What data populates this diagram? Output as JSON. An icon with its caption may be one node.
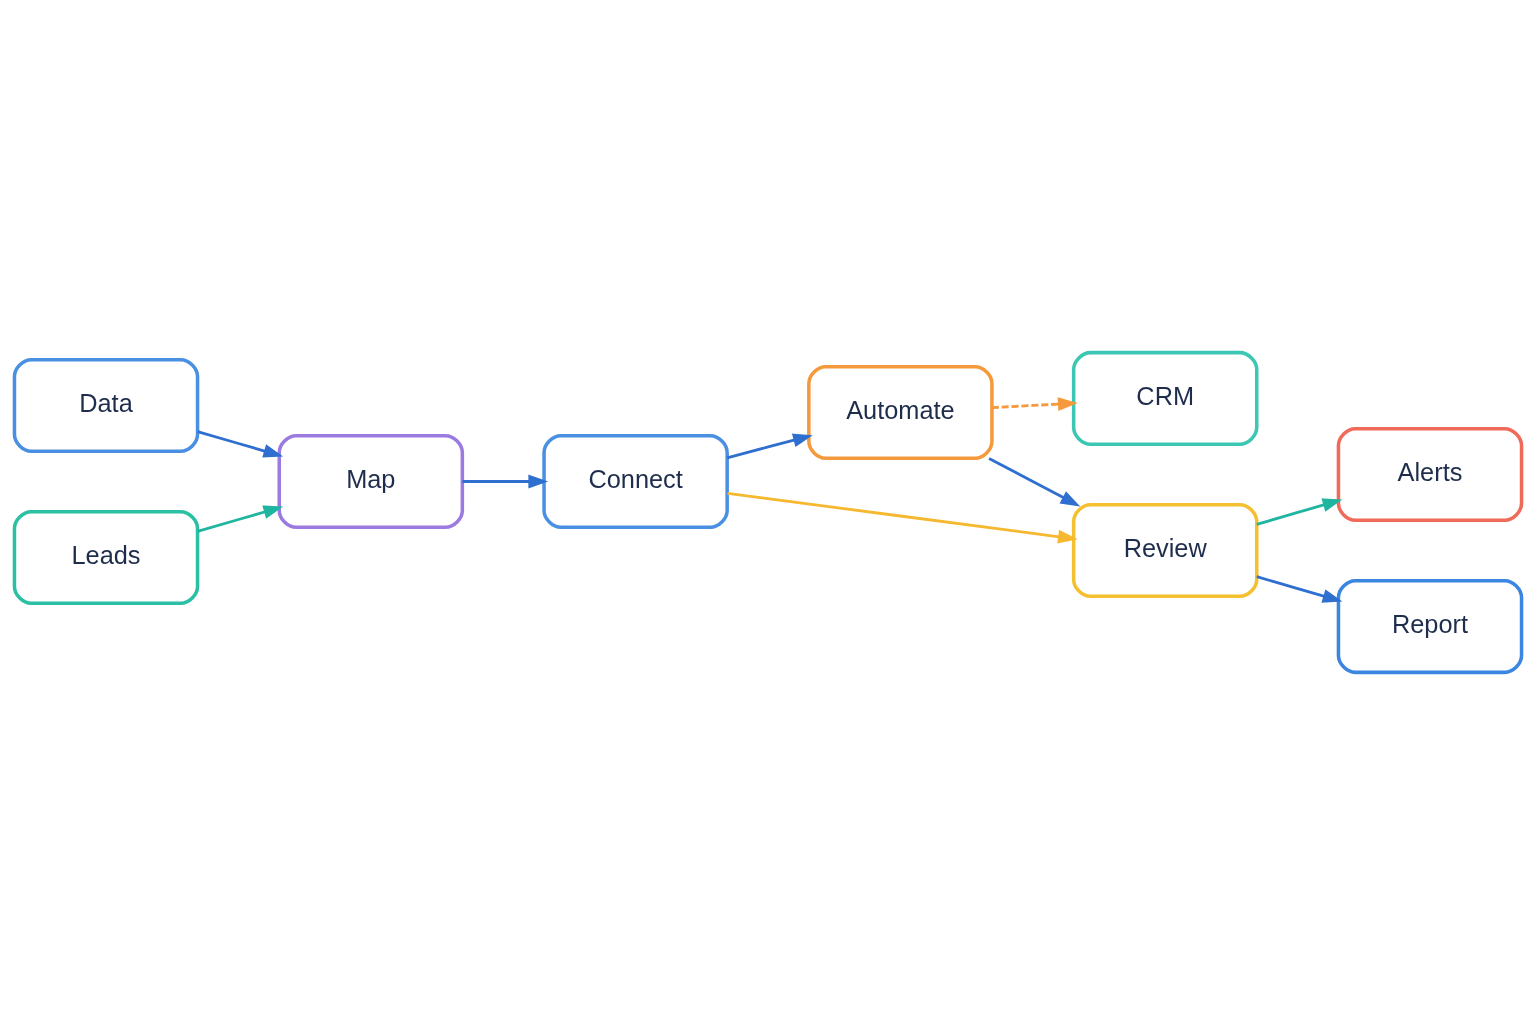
{
  "diagram": {
    "nodes": [
      {
        "text": [
          "Data"
        ]
      },
      {
        "text": [
          "Leads"
        ]
      },
      {
        "text": [
          "Map"
        ]
      },
      {
        "text": [
          "Connect"
        ]
      },
      {
        "text": [
          "Automate"
        ]
      },
      {
        "text": [
          "CRM"
        ]
      },
      {
        "text": [
          "Review"
        ]
      },
      {
        "text": [
          "Alerts"
        ]
      },
      {
        "text": [
          "Report"
        ]
      }
    ],
    "edges": [
      {
        "from": 0,
        "to": 2,
        "arrow": "to"
      },
      {
        "from": 1,
        "to": 2,
        "arrow": "to",
        "color": "#1fb5a0"
      },
      {
        "from": 2,
        "to": 3,
        "arrow": "to"
      },
      {
        "from": 3,
        "to": 4,
        "arrow": "to"
      },
      {
        "from": 4,
        "to": 5,
        "arrow": "to",
        "style": "dashed",
        "color": "#f59a3c"
      },
      {
        "from": 4,
        "to": 6,
        "arrow": "to"
      },
      {
        "from": 3,
        "to": 6,
        "arrow": "to",
        "color": "#f5b82e"
      },
      {
        "from": 6,
        "to": 7,
        "arrow": "to",
        "color": "#1fb5a0"
      },
      {
        "from": 6,
        "to": 8,
        "arrow": "to"
      }
    ]
  }
}
